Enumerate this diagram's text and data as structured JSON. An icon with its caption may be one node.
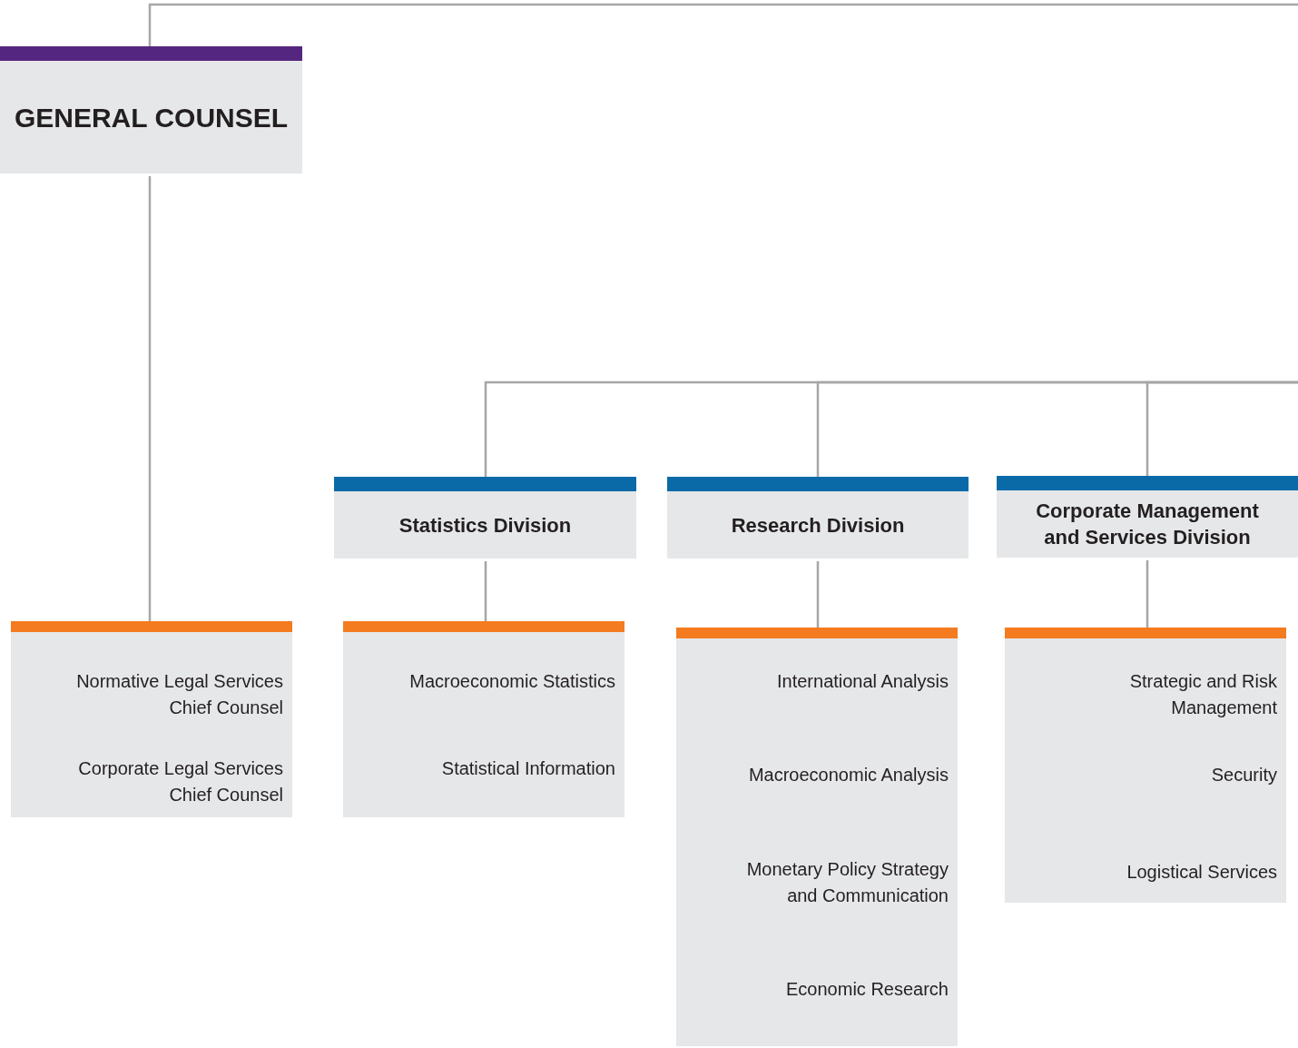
{
  "diagram": {
    "nodes": [
      {
        "text": [
          "GENERAL COUNSEL"
        ]
      },
      {
        "text": [
          "Statistics Division"
        ]
      },
      {
        "text": [
          "Research Division"
        ]
      },
      {
        "text": [
          "Corporate Management and Services Division"
        ]
      },
      {
        "text": [
          "Normative Legal Services Chief Counsel",
          "Corporate Legal Services Chief Counsel"
        ]
      },
      {
        "text": [
          "Macroeconomic Statistics",
          "Statistical Information"
        ]
      },
      {
        "text": [
          "International Analysis",
          "Macroeconomic Analysis",
          "Monetary Policy Strategy and Communication",
          "Economic Research"
        ]
      },
      {
        "text": [
          "Strategic and Risk Management",
          "Security",
          "Logistical Services"
        ]
      }
    ],
    "edges": [
      {
        "from": null,
        "to": 0,
        "arrow": "none"
      },
      {
        "from": null,
        "to": 1,
        "arrow": "none"
      },
      {
        "from": null,
        "to": 2,
        "arrow": "none"
      },
      {
        "from": null,
        "to": 3,
        "arrow": "none"
      },
      {
        "from": 0,
        "to": 4,
        "arrow": "none"
      },
      {
        "from": 1,
        "to": 5,
        "arrow": "none"
      },
      {
        "from": 2,
        "to": 6,
        "arrow": "none"
      },
      {
        "from": 3,
        "to": 7,
        "arrow": "none"
      }
    ]
  }
}
